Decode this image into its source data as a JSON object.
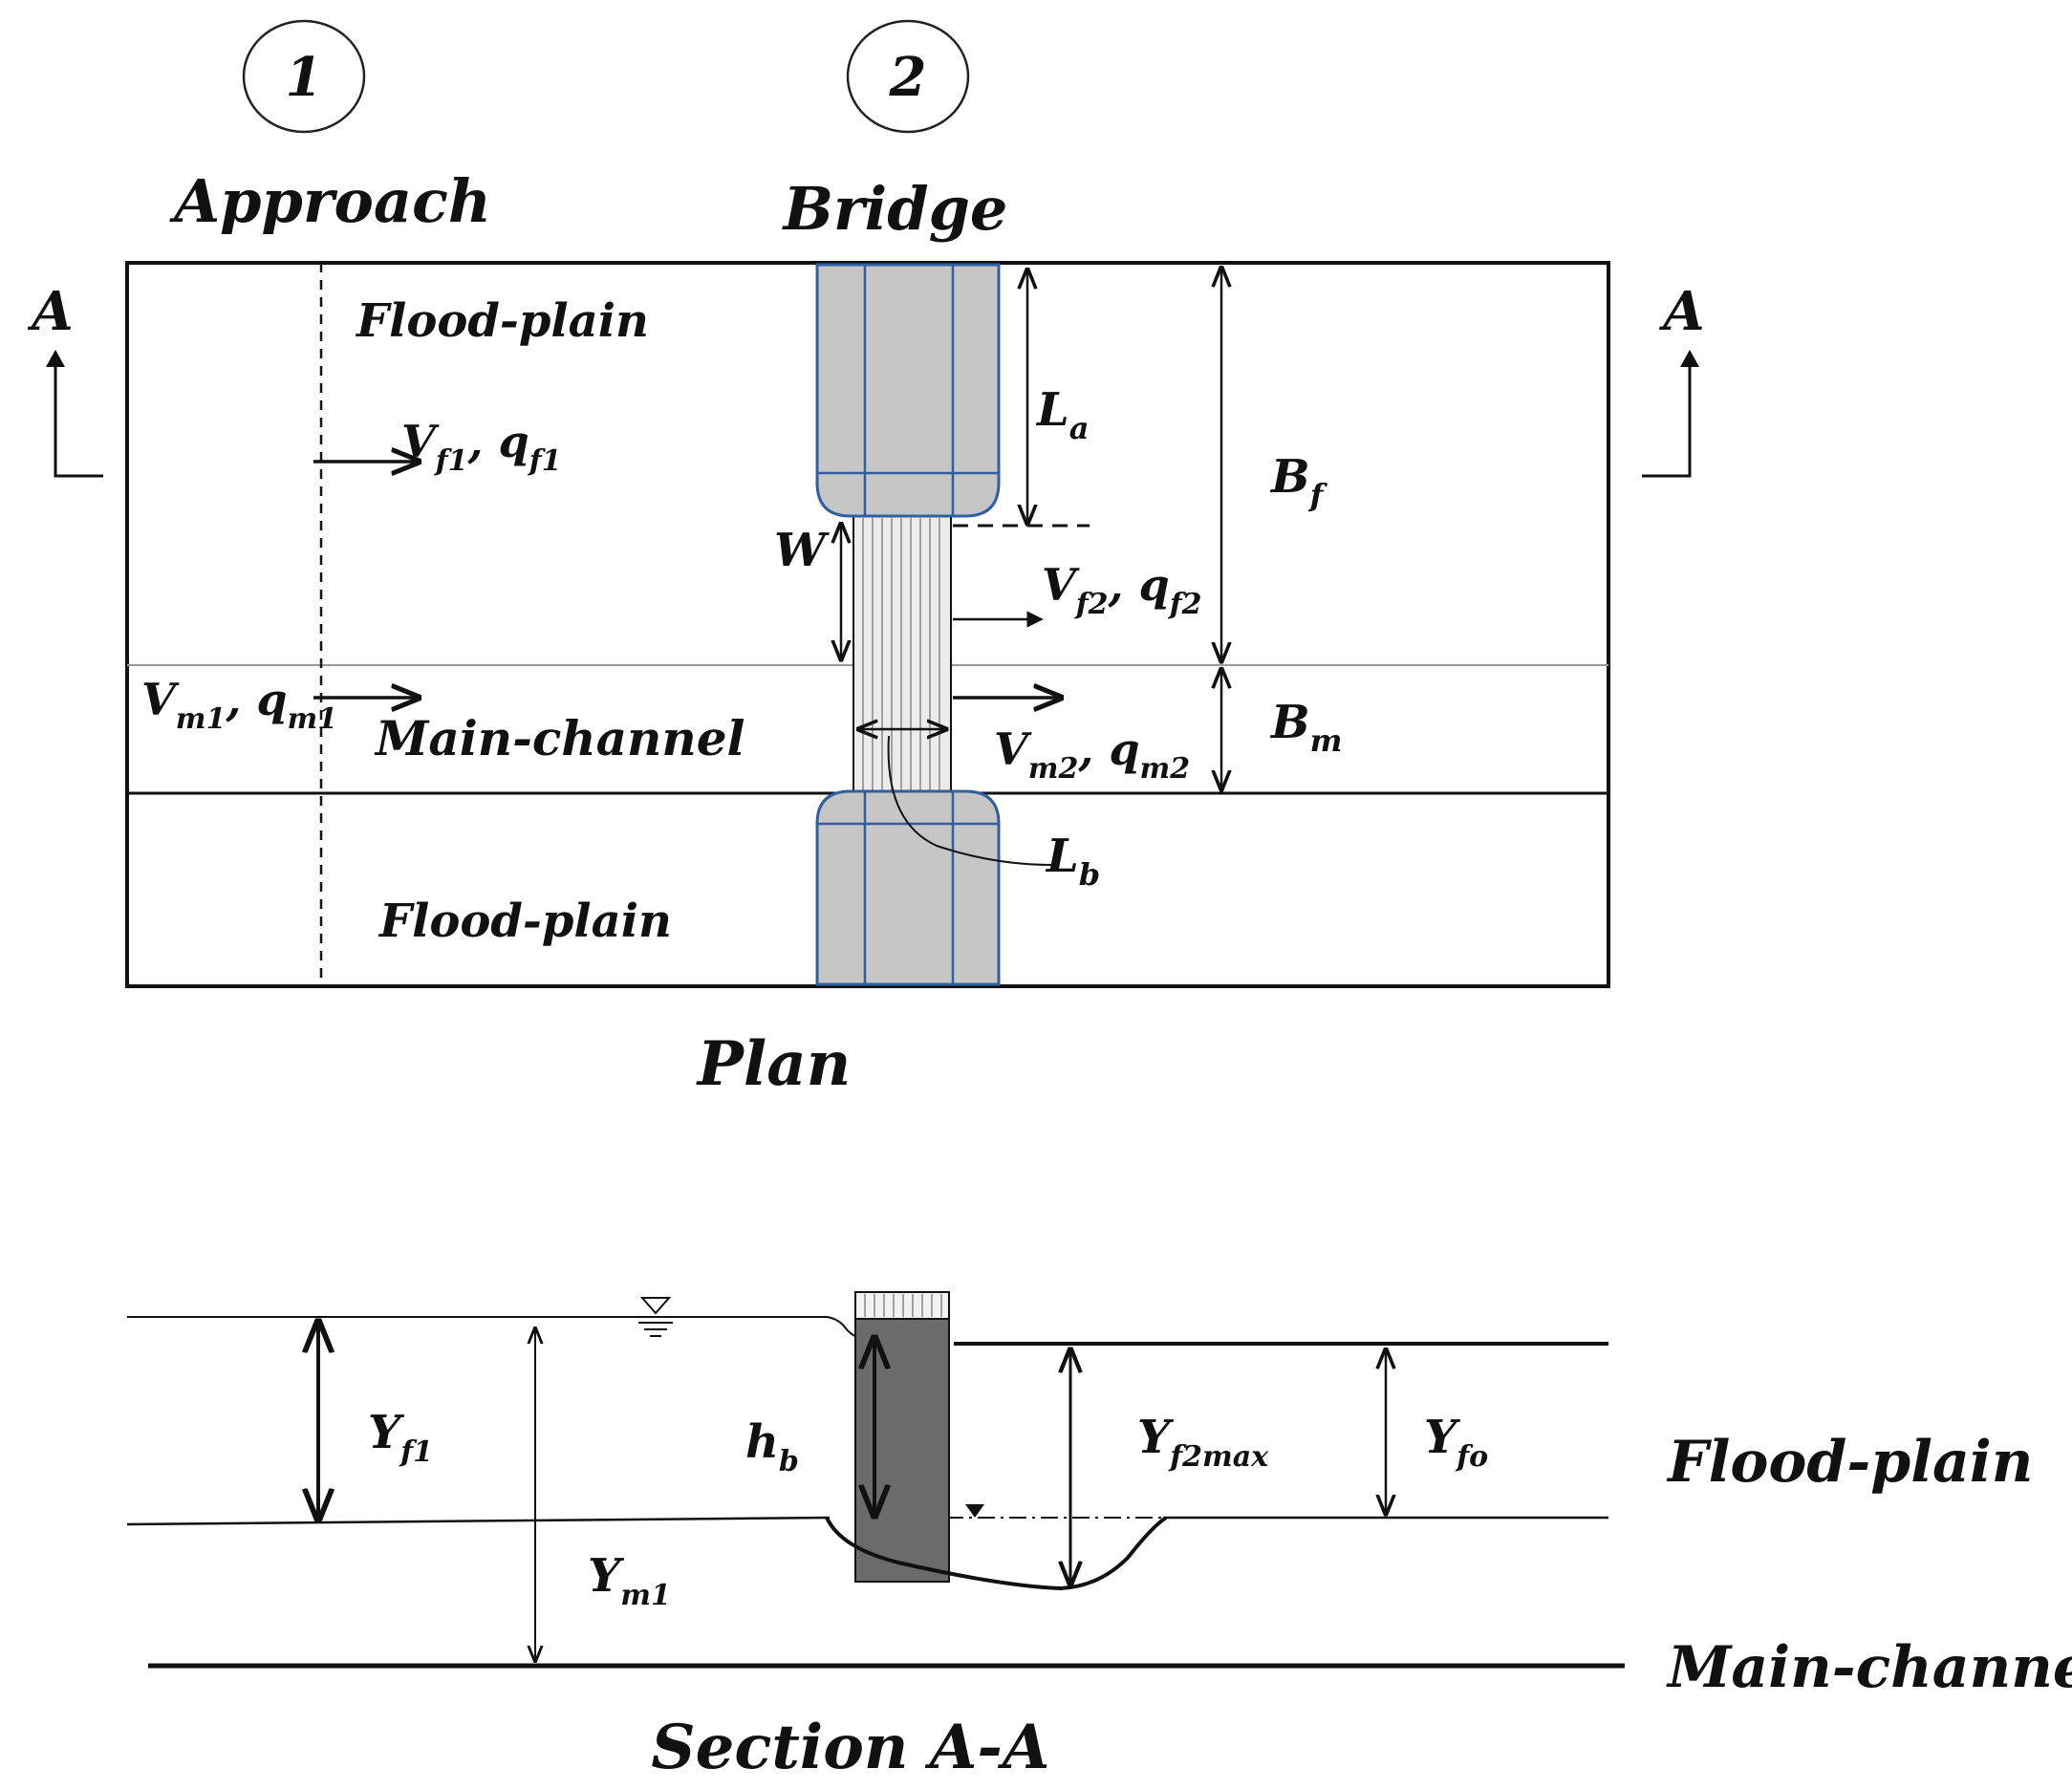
{
  "sections": {
    "approach": {
      "number": "1",
      "label": "Approach"
    },
    "bridge": {
      "number": "2",
      "label": "Bridge"
    }
  },
  "section_markers": {
    "left": "A",
    "right": "A"
  },
  "plan": {
    "title": "Plan",
    "floodplain_upper": "Flood-plain",
    "floodplain_lower": "Flood-plain",
    "main_channel": "Main-channel",
    "vel_f1": {
      "main": "V",
      "sub1": "f1",
      "sep": ", q",
      "sub2": "f1"
    },
    "vel_f2": {
      "main": "V",
      "sub1": "f2",
      "sep": ", q",
      "sub2": "f2"
    },
    "vel_m1": {
      "main": "V",
      "sub1": "m1",
      "sep": ", q",
      "sub2": "m1"
    },
    "vel_m2": {
      "main": "V",
      "sub1": "m2",
      "sep": ", q",
      "sub2": "m2"
    },
    "dim_La": {
      "main": "L",
      "sub": "a"
    },
    "dim_Lb": {
      "main": "L",
      "sub": "b"
    },
    "dim_W": {
      "main": "W"
    },
    "dim_Bf": {
      "main": "B",
      "sub": "f"
    },
    "dim_Bm": {
      "main": "B",
      "sub": "m"
    }
  },
  "section": {
    "title": "Section A-A",
    "floodplain_label": "Flood-plain",
    "main_channel_label": "Main-channel",
    "dim_Yf1": {
      "main": "Y",
      "sub": "f1"
    },
    "dim_Ym1": {
      "main": "Y",
      "sub": "m1"
    },
    "dim_hb": {
      "main": "h",
      "sub": "b"
    },
    "dim_Yf2max": {
      "main": "Y",
      "sub": "f2max"
    },
    "dim_Yfo": {
      "main": "Y",
      "sub": "fo"
    }
  },
  "colors": {
    "abutment_fill": "#c6c6c6",
    "abutment_grid": "#2f5fa0",
    "pier_fill": "#6b6b6b",
    "line": "#111111"
  }
}
